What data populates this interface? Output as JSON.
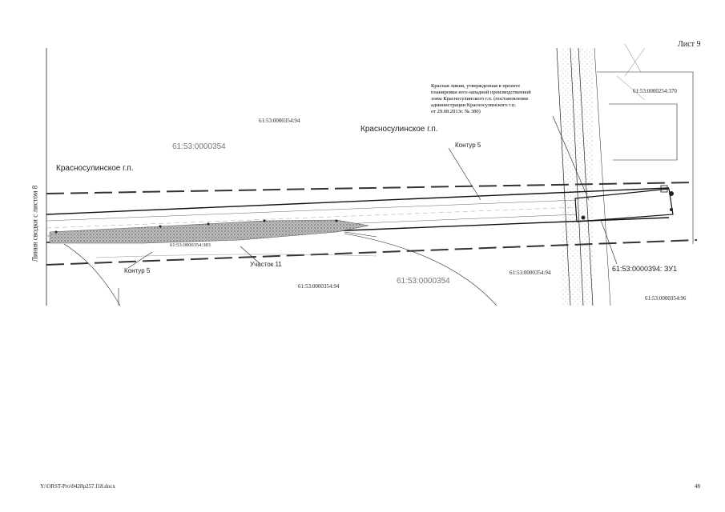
{
  "sheet": {
    "number_label": "Лист 9",
    "page_number": "48",
    "footer_path": "Y:\\ORST-Pro\\0428p257.f18.docx"
  },
  "side_label": "Линия сводки с листом 8",
  "labels": {
    "gp_left": "Красносулинское г.п.",
    "gp_right": "Красносулинское г.п.",
    "parcel_top": "61:53:0000354:94",
    "parcel_big": "61:53:0000354",
    "parcel_big_bottom": "61:53:0000354",
    "parcel_bottom_right": "61:53:0000354:94",
    "parcel_bottom_left": "61:53:0000354:94",
    "parcel_top_right": "61:53:0000254:370",
    "parcel_far_right": "61:53:0000354:96",
    "parcel_zu": "61:53:0000394: ЗУ1",
    "parcel_strip": "61:53:0000354:383",
    "contour_top": "Контур 5",
    "contour_bottom": "Контур 5",
    "section": "Участок 11"
  },
  "note_lines": [
    "Красная линия, утвержденная в проекте",
    "планировки юго-западной производственной",
    "зоны Красносулинского г.п. (постановление",
    "администрации Красносулинского г.п.",
    "от 29.08.2013г. № 380)"
  ],
  "colors": {
    "line": "#222222",
    "gray": "#888888",
    "hatch": "#9a9a9a"
  }
}
